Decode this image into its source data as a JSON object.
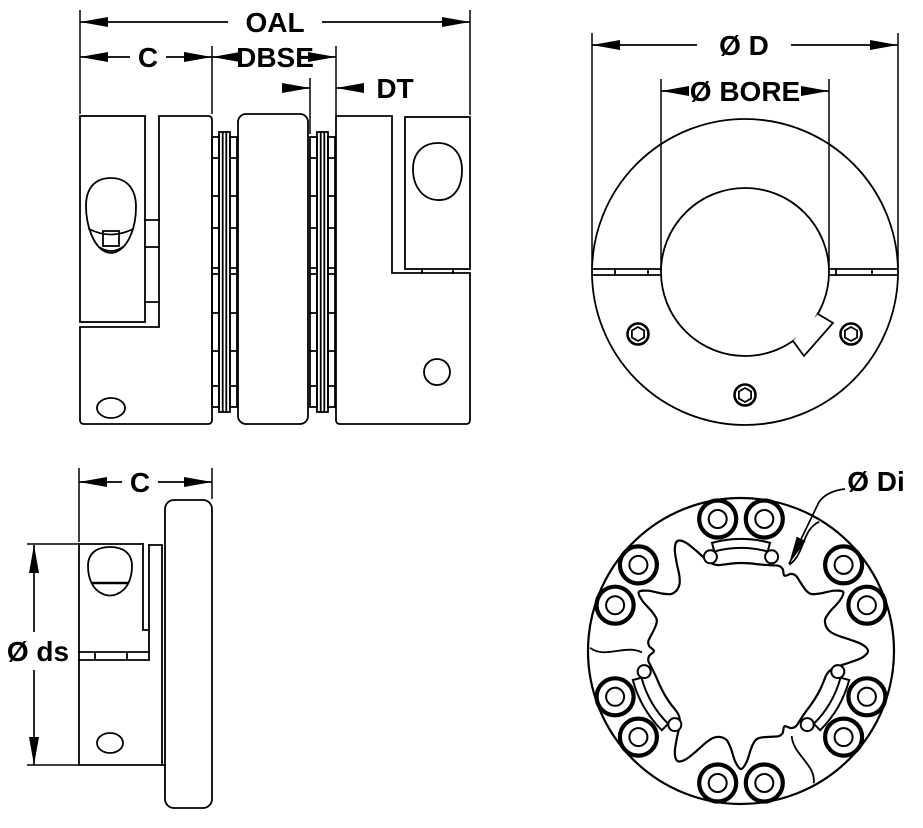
{
  "drawing": {
    "colors": {
      "line": "#000000",
      "background": "#ffffff"
    }
  },
  "views": {
    "side_assembly": {
      "dims": {
        "oal": "OAL",
        "c": "C",
        "dbse": "DBSE",
        "dt": "DT"
      }
    },
    "front_hub": {
      "dims": {
        "outer_dia": "Ø D",
        "bore": "Ø BORE"
      }
    },
    "side_hub": {
      "dims": {
        "c": "C",
        "shaft_dia": "Ø ds"
      }
    },
    "front_disc": {
      "dims": {
        "inner_dia": "Ø Di"
      }
    }
  }
}
